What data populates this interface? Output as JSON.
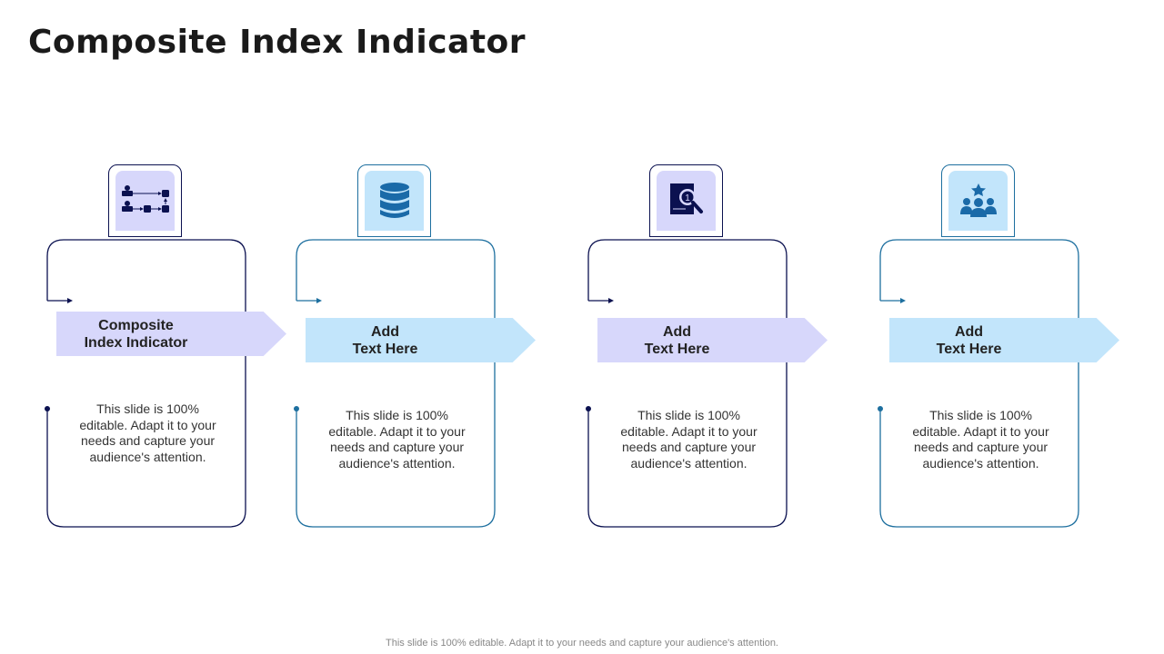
{
  "title": "Composite Index Indicator",
  "colors": {
    "navy": "#0b1150",
    "teal": "#1d6f9f",
    "purple_fill": "#d7d7fb",
    "blue_fill": "#c2e5fb",
    "icon_blue": "#1a6aa8"
  },
  "cards": [
    {
      "heading": "Composite Index Indicator",
      "heading_l1": "Composite",
      "heading_l2": "Index Indicator",
      "body": "This slide is 100% editable. Adapt it to your needs and capture your audience's attention.",
      "icon": "workflow-icon"
    },
    {
      "heading_l1": "Add",
      "heading_l2": "Text Here",
      "body": "This slide is 100% editable. Adapt it to your needs and capture your audience's attention.",
      "icon": "database-icon"
    },
    {
      "heading_l1": "Add",
      "heading_l2": "Text Here",
      "body": "This slide is 100% editable. Adapt it to your needs and capture your audience's attention.",
      "icon": "document-search-icon"
    },
    {
      "heading_l1": "Add",
      "heading_l2": "Text Here",
      "body": "This slide is 100% editable. Adapt it to your needs and capture your audience's attention.",
      "icon": "team-star-icon"
    }
  ],
  "footer": "This slide is 100% editable. Adapt it to your needs and capture your audience's attention."
}
